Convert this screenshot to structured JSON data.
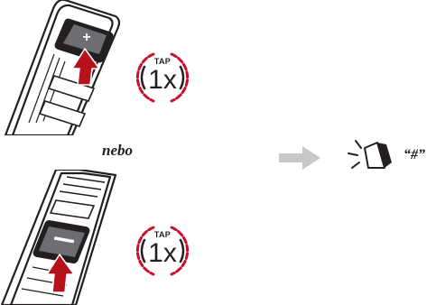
{
  "steps": [
    {
      "button": "plus",
      "tap_label": "TAP",
      "tap_count": "1x"
    },
    {
      "button": "minus",
      "tap_label": "TAP",
      "tap_count": "1x"
    }
  ],
  "separator_text": "nebo",
  "result": {
    "icon": "speaker-icon",
    "voice_prompt": "“#”"
  },
  "colors": {
    "press_arrow": "#b5121b",
    "badge_ring": "#c8102e",
    "outline": "#231f20",
    "result_arrow": "#c7c8ca"
  }
}
